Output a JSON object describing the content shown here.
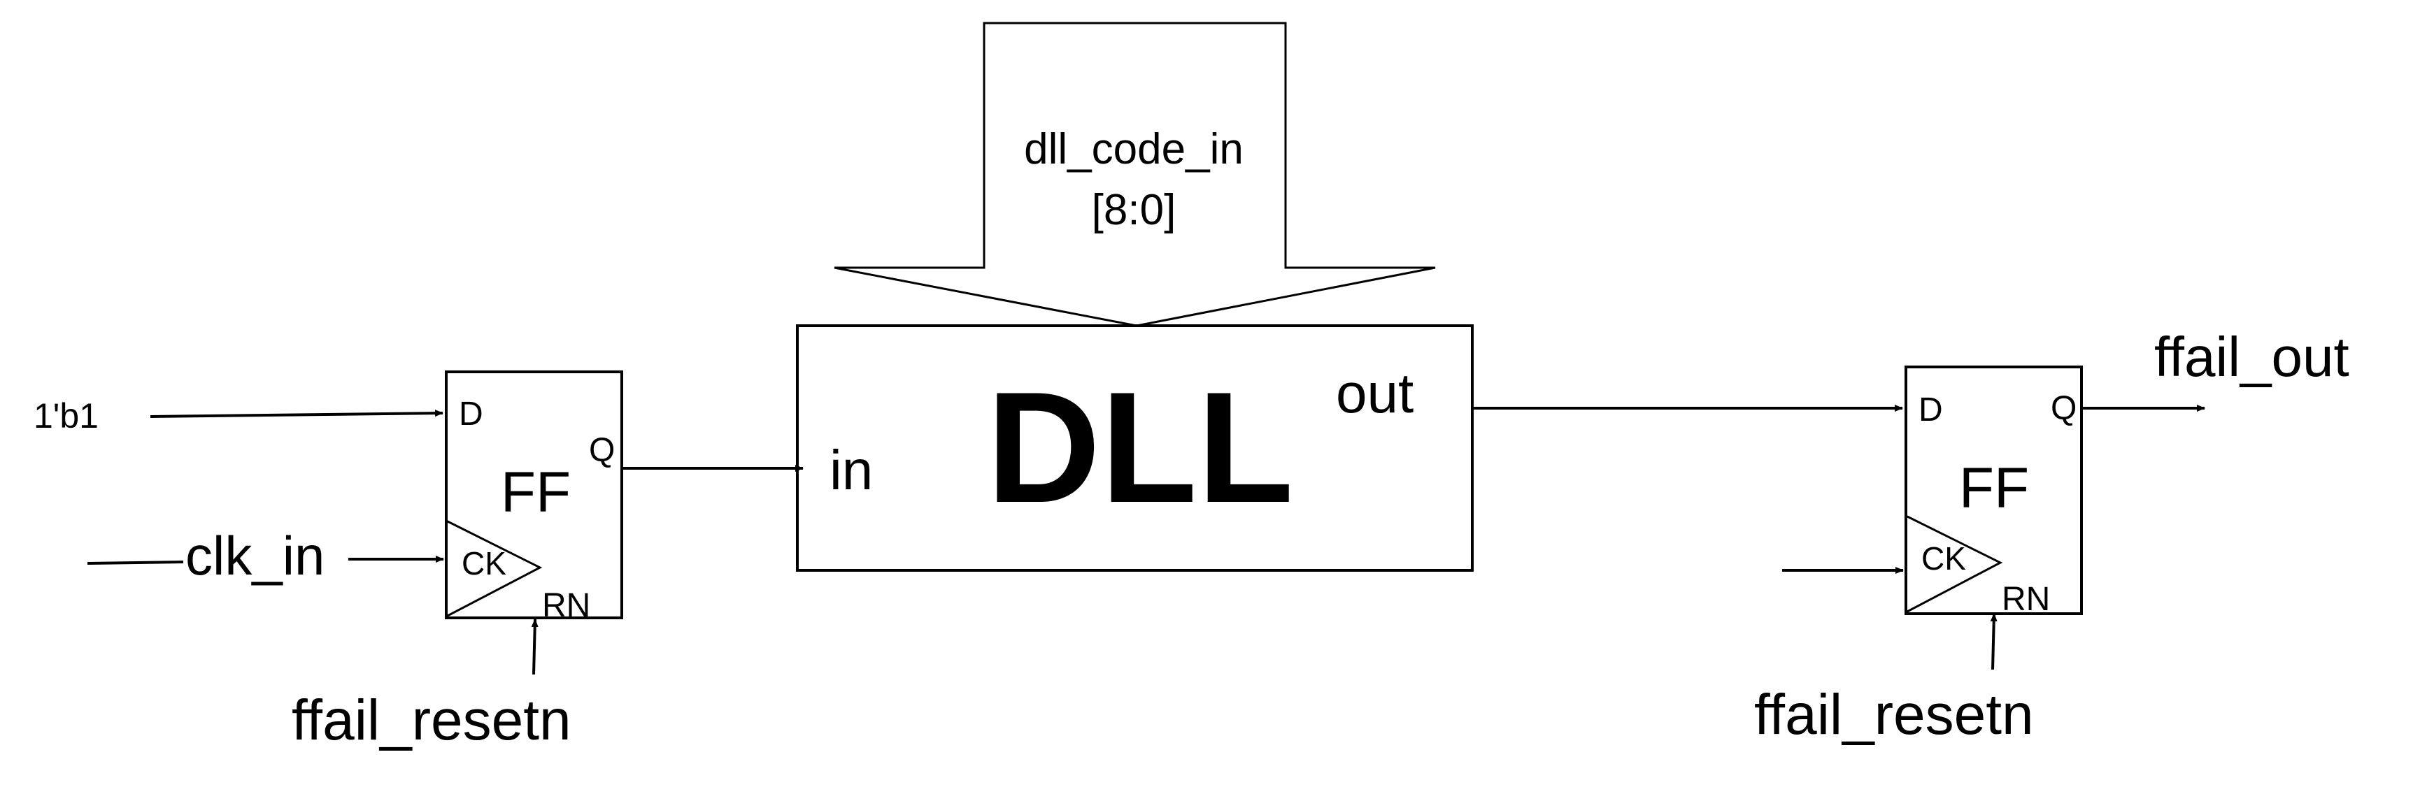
{
  "inputs": {
    "const": "1'b1",
    "clock": "clk_in",
    "reset_left": "ffail_resetn",
    "reset_right": "ffail_resetn"
  },
  "ff_left": {
    "title": "FF",
    "d": "D",
    "q": "Q",
    "ck": "CK",
    "rn": "RN"
  },
  "ff_right": {
    "title": "FF",
    "d": "D",
    "q": "Q",
    "ck": "CK",
    "rn": "RN"
  },
  "dll": {
    "title": "DLL",
    "in_port": "in",
    "out_port": "out",
    "code_bus_line1": "dll_code_in",
    "code_bus_line2": "[8:0]"
  },
  "outputs": {
    "fail": "ffail_out"
  },
  "colors": {
    "line": "#000000",
    "background": "#ffffff"
  }
}
